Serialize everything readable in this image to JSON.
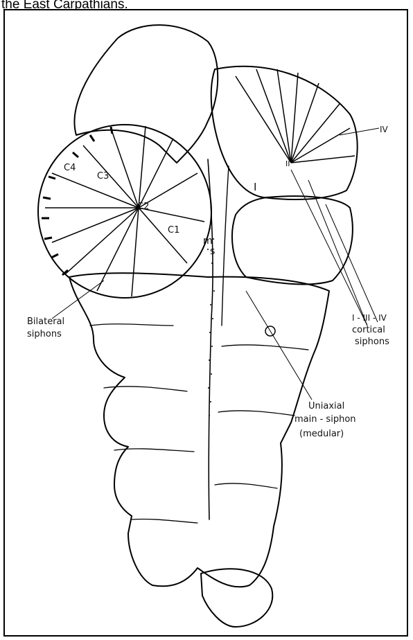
{
  "caption": "the East Carpathians.",
  "labels": {
    "c4": "C4",
    "c3": "C3",
    "c2": "C2",
    "c1": "C1",
    "m": "m",
    "s": "s",
    "roman_two": "II",
    "roman_one": "I",
    "roman_four": "IV",
    "bilateral_line1": "Bilateral",
    "bilateral_line2": "siphons",
    "cortical_line1": "I - III - IV",
    "cortical_line2": "cortical",
    "cortical_line3": "siphons",
    "uniaxial_line1": "Uniaxial",
    "uniaxial_line2": "main - siphon",
    "uniaxial_line3": "(medular)"
  },
  "colors": {
    "ink": "#000000",
    "background": "#ffffff"
  }
}
